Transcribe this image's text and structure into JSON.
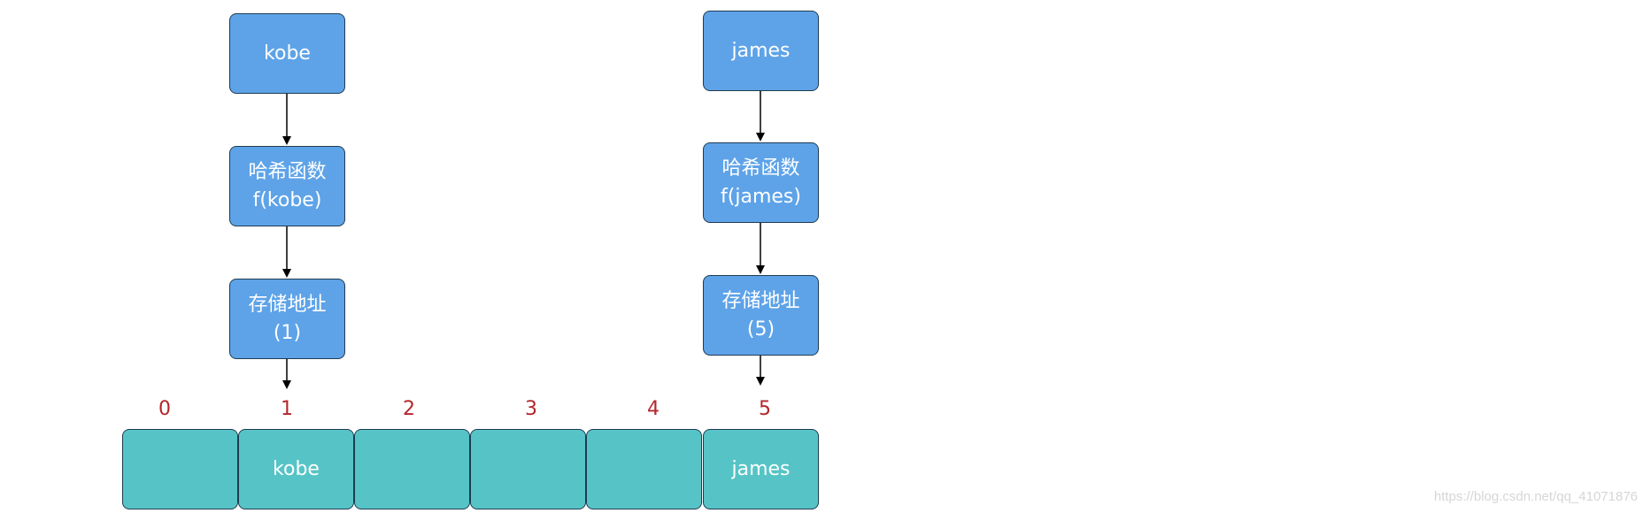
{
  "kobe_chain": {
    "key": "kobe",
    "hash_line1": "哈希函数",
    "hash_line2": "f(kobe)",
    "addr_line1": "存储地址",
    "addr_line2": "(1)"
  },
  "james_chain": {
    "key": "james",
    "hash_line1": "哈希函数",
    "hash_line2": "f(james)",
    "addr_line1": "存储地址",
    "addr_line2": "(5)"
  },
  "array": {
    "indices": [
      "0",
      "1",
      "2",
      "3",
      "4",
      "5"
    ],
    "cells": [
      "",
      "kobe",
      "",
      "",
      "",
      "james"
    ]
  },
  "watermark": "https://blog.csdn.net/qq_41071876",
  "colors": {
    "node_fill": "#5ea3e8",
    "cell_fill": "#56c4c6",
    "index_text": "#b3262b"
  }
}
